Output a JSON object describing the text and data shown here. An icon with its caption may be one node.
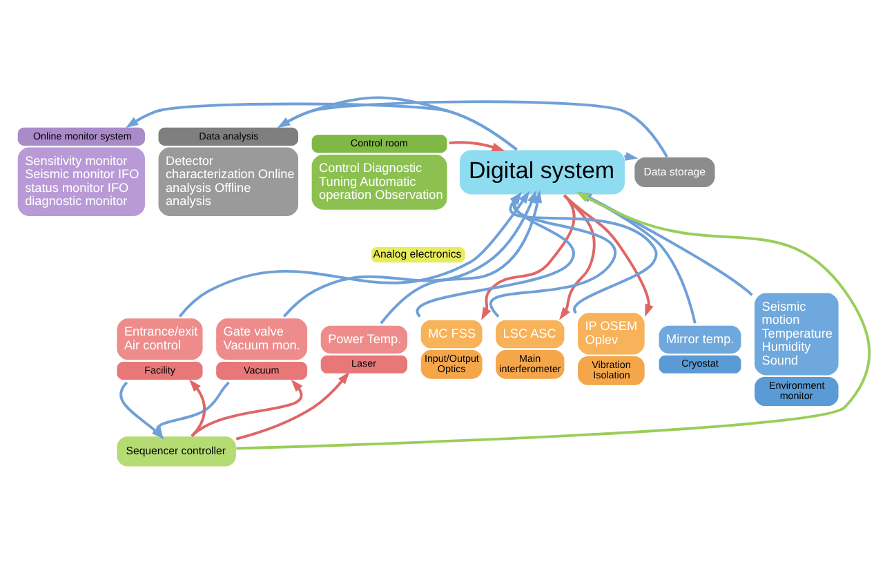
{
  "diagram": {
    "nodes": [
      {
        "text": [
          "Online monitor system",
          "Sensitivity monitor Seismic monitor IFO status monitor IFO diagnostic monitor"
        ]
      },
      {
        "text": [
          "Data analysis",
          "Detector characterization Online analysis Offline analysis"
        ]
      },
      {
        "text": [
          "Control room",
          "Control Diagnostic Tuning Automatic operation Observation"
        ]
      },
      {
        "text": [
          "Digital system"
        ]
      },
      {
        "text": [
          "Data storage"
        ]
      },
      {
        "text": [
          "Analog electronics"
        ]
      },
      {
        "text": [
          "Entrance/exit Air control",
          "Facility"
        ]
      },
      {
        "text": [
          "Gate valve Vacuum mon.",
          "Vacuum"
        ]
      },
      {
        "text": [
          "Power Temp.",
          "Laser"
        ]
      },
      {
        "text": [
          "MC FSS",
          "Input/Output Optics"
        ]
      },
      {
        "text": [
          "LSC ASC",
          "Main interferometer"
        ]
      },
      {
        "text": [
          "IP OSEM Oplev",
          "Vibration Isolation"
        ]
      },
      {
        "text": [
          "Mirror temp.",
          "Cryostat"
        ]
      },
      {
        "text": [
          "Seismic motion Temperature Humidity Sound",
          "Environment monitor"
        ]
      },
      {
        "text": [
          "Sequencer controller"
        ]
      }
    ],
    "edges": [
      {
        "from": 3,
        "to": 0,
        "arrow": "to"
      },
      {
        "from": 3,
        "to": 1,
        "arrow": "to"
      },
      {
        "from": 3,
        "to": 4,
        "arrow": "to"
      },
      {
        "from": 4,
        "to": 1,
        "arrow": "to"
      },
      {
        "from": 2,
        "to": 3,
        "arrow": "to",
        "color": "#e06666"
      },
      {
        "from": 6,
        "to": 3,
        "arrow": "to"
      },
      {
        "from": 7,
        "to": 3,
        "arrow": "to"
      },
      {
        "from": 8,
        "to": 3,
        "arrow": "to"
      },
      {
        "from": 14,
        "to": 3,
        "arrow": "to",
        "color": "#9acd5a"
      },
      {
        "from": 9,
        "to": 3,
        "arrow": "to"
      },
      {
        "from": 3,
        "to": 9,
        "arrow": "to",
        "color": "#e06666"
      },
      {
        "from": 10,
        "to": 3,
        "arrow": "to"
      },
      {
        "from": 3,
        "to": 10,
        "arrow": "to",
        "color": "#e06666"
      },
      {
        "from": 11,
        "to": 3,
        "arrow": "to"
      },
      {
        "from": 3,
        "to": 11,
        "arrow": "to",
        "color": "#e06666"
      },
      {
        "from": 12,
        "to": 3,
        "arrow": "to"
      },
      {
        "from": 13,
        "to": 3,
        "arrow": "to"
      },
      {
        "from": 6,
        "to": 14,
        "arrow": "to"
      },
      {
        "from": 14,
        "to": 6,
        "arrow": "to",
        "color": "#e06666"
      },
      {
        "from": 7,
        "to": 14,
        "arrow": "to"
      },
      {
        "from": 14,
        "to": 7,
        "arrow": "to",
        "color": "#e06666"
      },
      {
        "from": 14,
        "to": 8,
        "arrow": "to",
        "color": "#e06666"
      }
    ]
  }
}
